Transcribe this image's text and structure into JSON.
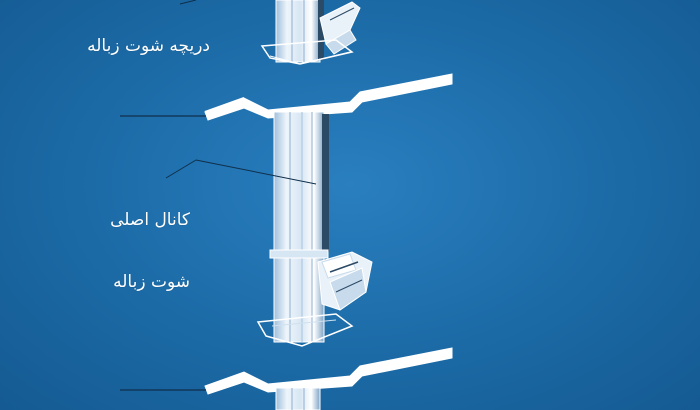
{
  "labels": {
    "hatch": "دریچه شوت زباله",
    "main_channel": "کانال اصلی",
    "chute": "شوت زباله"
  },
  "colors": {
    "background": "#1b6aa6",
    "line": "#ffffff",
    "shaft_light": "#eef5fb",
    "shaft_mid": "#bcd4e8",
    "shaft_dark": "#2b4a66"
  },
  "icons": [
    "hatch-door-icon",
    "floor-slab-icon",
    "leader-line-icon"
  ]
}
